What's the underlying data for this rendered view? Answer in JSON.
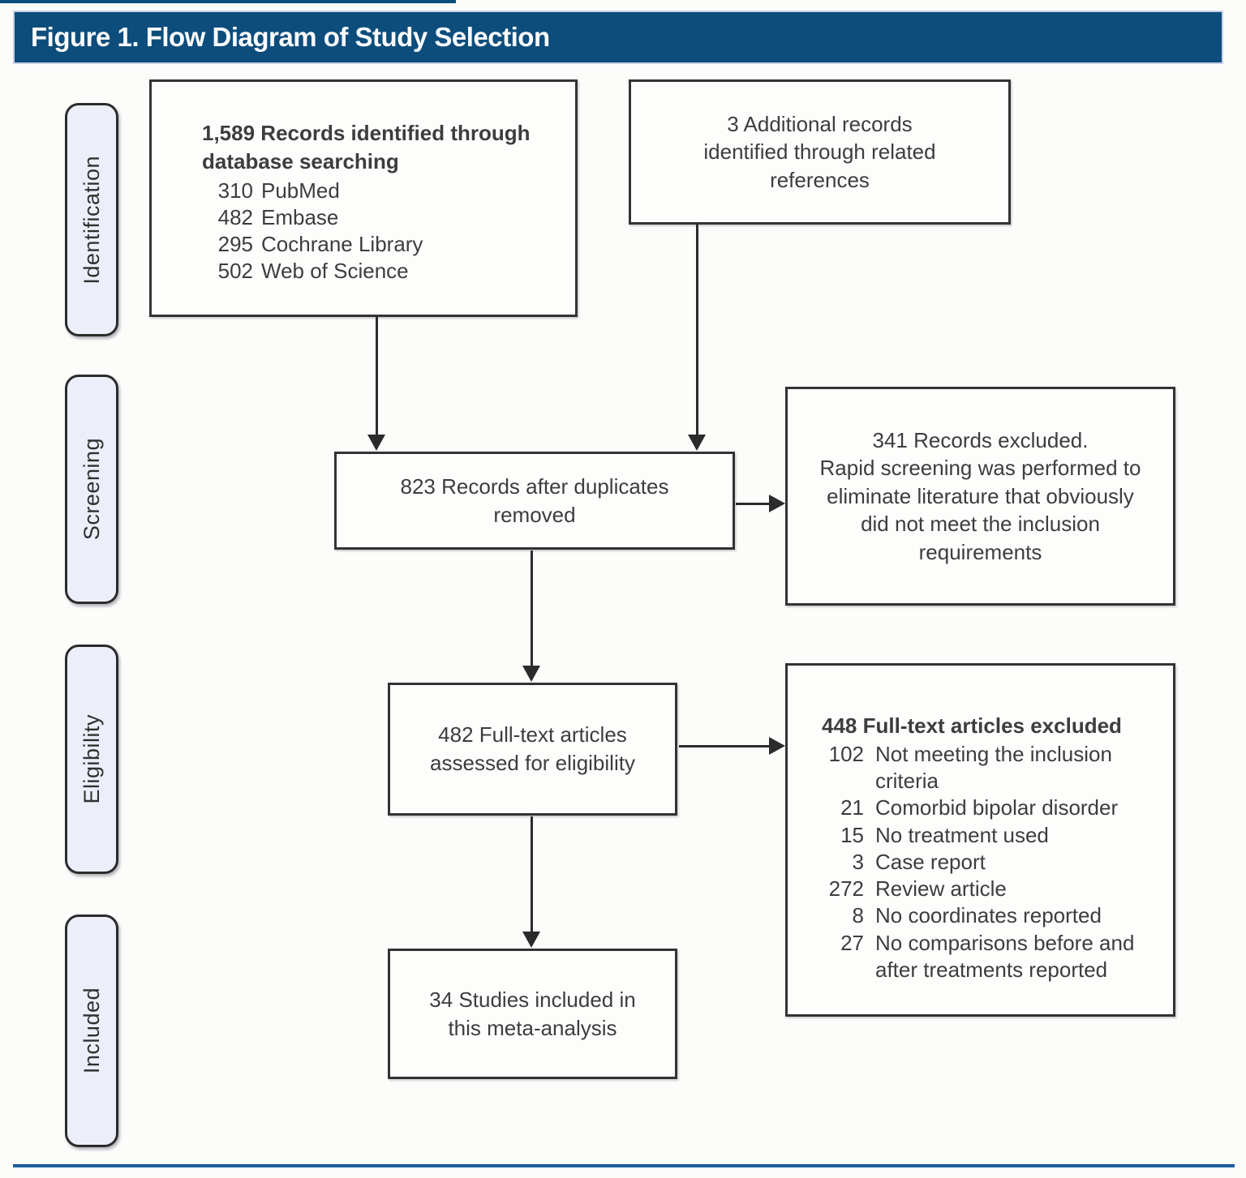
{
  "header": {
    "title": "Figure 1. Flow Diagram of Study Selection"
  },
  "stages": {
    "identification": "Identification",
    "screening": "Screening",
    "eligibility": "Eligibility",
    "included": "Included"
  },
  "boxes": {
    "identified": {
      "title": "1,589 Records identified through\ndatabase searching",
      "items": [
        {
          "count": "310",
          "label": "PubMed"
        },
        {
          "count": "482",
          "label": "Embase"
        },
        {
          "count": "295",
          "label": "Cochrane Library"
        },
        {
          "count": "502",
          "label": "Web of Science"
        }
      ]
    },
    "additional": "3 Additional records\nidentified through related\nreferences",
    "deduplicated": "823 Records after duplicates\nremoved",
    "screening_excluded": "341 Records excluded.\nRapid screening was performed to\neliminate literature that obviously\ndid not meet the inclusion\nrequirements",
    "fulltext": "482 Full-text articles\nassessed for eligibility",
    "fulltext_excluded": {
      "title": "448 Full-text articles excluded",
      "items": [
        {
          "count": "102",
          "label": "Not meeting the inclusion\ncriteria"
        },
        {
          "count": "21",
          "label": "Comorbid bipolar disorder"
        },
        {
          "count": "15",
          "label": "No treatment used"
        },
        {
          "count": "3",
          "label": "Case report"
        },
        {
          "count": "272",
          "label": "Review article"
        },
        {
          "count": "8",
          "label": "No coordinates reported"
        },
        {
          "count": "27",
          "label": "No comparisons before and\nafter treatments reported"
        }
      ]
    },
    "included_studies": "34 Studies included in\nthis meta-analysis"
  },
  "colors": {
    "title_bar": "#0d4d7c",
    "bottom_rule": "#2062a3",
    "stage_fill": "#eceff9",
    "box_border": "#333333",
    "connector": "#2b2b2b",
    "text": "#3d3d3d"
  }
}
